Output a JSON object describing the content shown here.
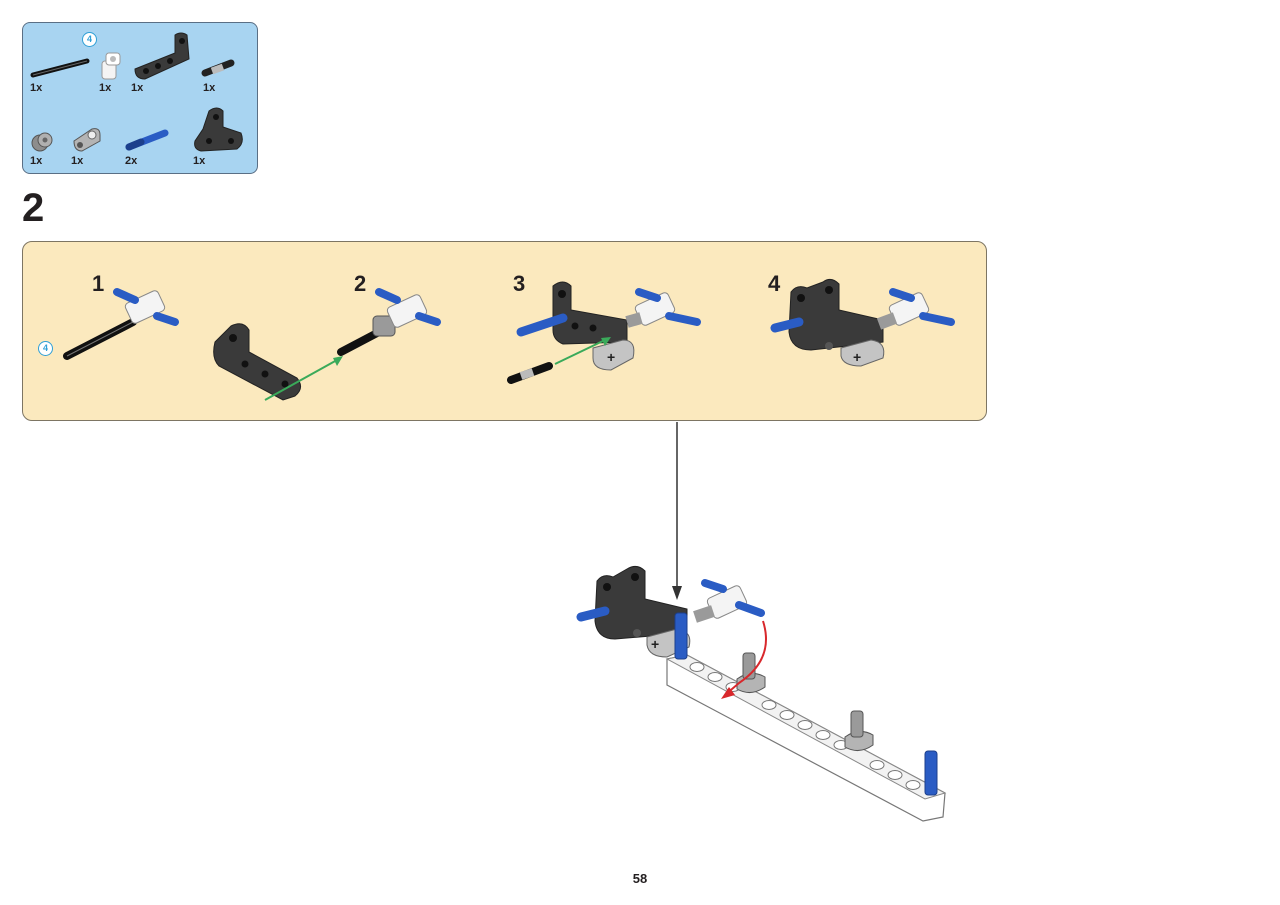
{
  "parts_list": {
    "items": [
      {
        "name": "axle",
        "qty": "1x",
        "length_badge": "4"
      },
      {
        "name": "angle-connector-white",
        "qty": "1x"
      },
      {
        "name": "l-beam-dark-gray",
        "qty": "1x"
      },
      {
        "name": "axle-pin-with-friction",
        "qty": "1x"
      },
      {
        "name": "bush",
        "qty": "1x"
      },
      {
        "name": "cross-block-light-gray",
        "qty": "1x"
      },
      {
        "name": "pin-blue",
        "qty": "2x"
      },
      {
        "name": "triangle-beam-dark-gray",
        "qty": "1x"
      }
    ]
  },
  "step": {
    "number": "2"
  },
  "substeps": [
    {
      "number": "1",
      "length_badge": "4"
    },
    {
      "number": "2"
    },
    {
      "number": "3"
    },
    {
      "number": "4"
    }
  ],
  "colors": {
    "parts_bg": "#a8d4f1",
    "substep_bg": "#fbe9be",
    "dark_gray": "#3a3a3a",
    "blue": "#2a5cc4",
    "arrow_green": "#3aaa5a",
    "rotate_red": "#d8282c",
    "badge_blue": "#2f9fd6"
  },
  "page": {
    "number": "58"
  }
}
